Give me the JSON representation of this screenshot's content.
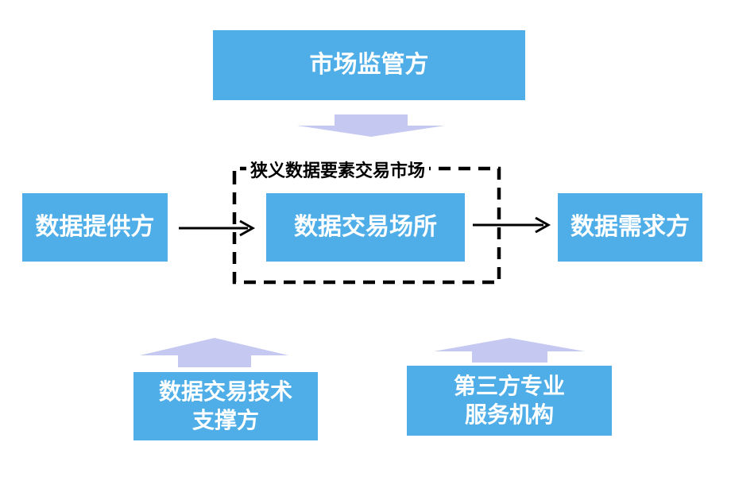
{
  "diagram": {
    "regulator": "市场监管方",
    "provider": "数据提供方",
    "venue": "数据交易场所",
    "demander": "数据需求方",
    "narrow_market_label": "狭义数据要素交易市场",
    "tech_support": {
      "line1": "数据交易技术",
      "line2": "支撑方"
    },
    "third_party": {
      "line1": "第三方专业",
      "line2": "服务机构"
    }
  },
  "colors": {
    "box_fill": "#4faee8",
    "box_text": "#ffffff",
    "arrow_fill": "#c5c8f0",
    "dashed_border": "#000000"
  }
}
